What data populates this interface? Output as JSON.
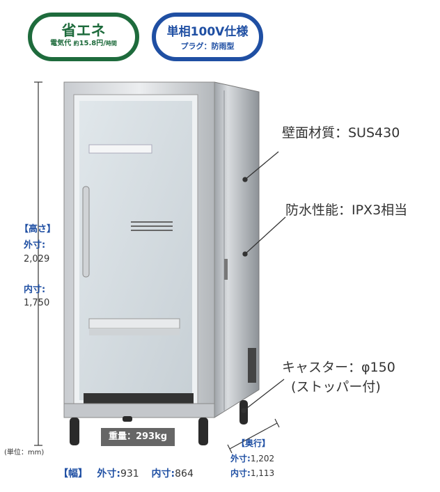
{
  "badges": {
    "energy": {
      "title": "省エネ",
      "line_a": "電気代",
      "line_b": "約",
      "line_c": "15.8円/",
      "line_d": "時間"
    },
    "power": {
      "title": "単相100V仕様",
      "subtitle": "プラグ：防雨型"
    }
  },
  "specs": {
    "wall": "壁面材質：SUS430",
    "waterproof": "防水性能：IPX3相当",
    "caster": "キャスター：φ150",
    "caster_note": "(ストッパー付)"
  },
  "height": {
    "label": "【高さ】",
    "outer_label": "外寸:",
    "outer_value": "2,029",
    "inner_label": "内寸:",
    "inner_value": "1,750"
  },
  "unit": "(単位：mm)",
  "width": {
    "label": "【幅】",
    "outer_label": "外寸:",
    "outer_value": "931",
    "inner_label": "内寸:",
    "inner_value": "864"
  },
  "depth": {
    "label": "【奥行】",
    "outer_label": "外寸:",
    "outer_value": "1,202",
    "inner_label": "内寸:",
    "inner_value": "1,113"
  },
  "weight": "重量：293kg"
}
